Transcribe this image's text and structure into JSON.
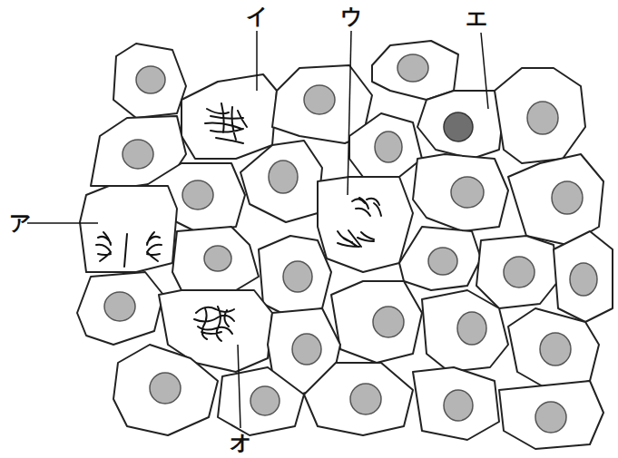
{
  "diagram": {
    "labels": [
      "ア",
      "イ",
      "ウ",
      "エ",
      "オ"
    ]
  }
}
